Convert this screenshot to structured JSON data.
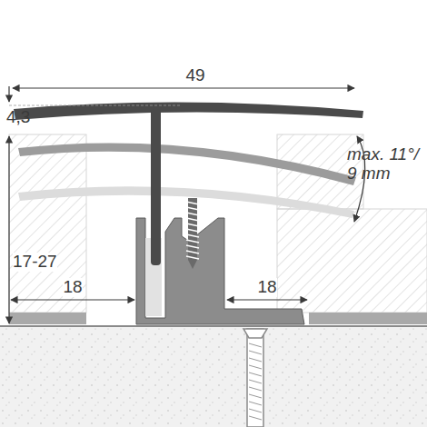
{
  "diagram": {
    "labels": [
      "49",
      "4,3",
      "max. 11°/ 9 mm",
      "17-27",
      "18",
      "18"
    ]
  }
}
